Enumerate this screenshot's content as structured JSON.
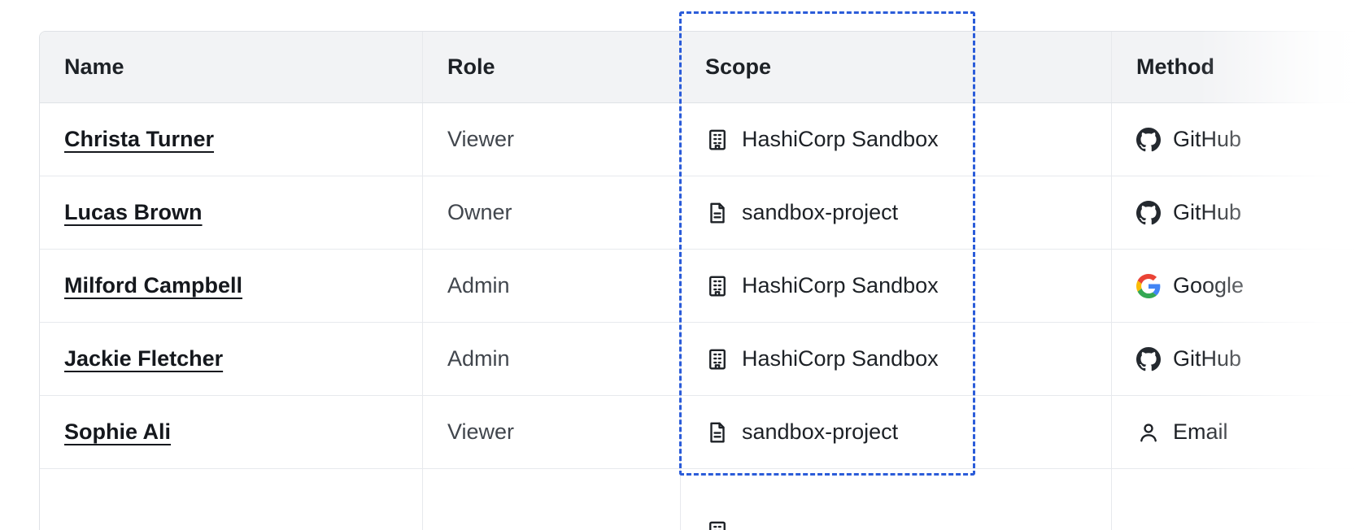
{
  "table": {
    "columns": [
      {
        "label": "Name"
      },
      {
        "label": "Role"
      },
      {
        "label": "Scope"
      },
      {
        "label": "Method"
      }
    ],
    "rows": [
      {
        "name": "Christa Turner",
        "role": "Viewer",
        "scope": "HashiCorp Sandbox",
        "scope_icon": "organization-icon",
        "method": "GitHub",
        "method_icon": "github-icon"
      },
      {
        "name": "Lucas Brown",
        "role": "Owner",
        "scope": "sandbox-project",
        "scope_icon": "project-icon",
        "method": "GitHub",
        "method_icon": "github-icon"
      },
      {
        "name": "Milford Campbell",
        "role": "Admin",
        "scope": "HashiCorp Sandbox",
        "scope_icon": "organization-icon",
        "method": "Google",
        "method_icon": "google-icon"
      },
      {
        "name": "Jackie Fletcher",
        "role": "Admin",
        "scope": "HashiCorp Sandbox",
        "scope_icon": "organization-icon",
        "method": "GitHub",
        "method_icon": "github-icon"
      },
      {
        "name": "Sophie Ali",
        "role": "Viewer",
        "scope": "sandbox-project",
        "scope_icon": "project-icon",
        "method": "Email",
        "method_icon": "email-icon"
      }
    ]
  },
  "annotation": {
    "type": "dashed-rectangle-highlight",
    "highlighted_column": "Scope",
    "highlight_color": "#2b5cd9"
  },
  "colors": {
    "header_background": "#f2f3f5",
    "border": "#e7e9ed",
    "text_primary": "#15181d",
    "text_secondary": "#41464d"
  }
}
